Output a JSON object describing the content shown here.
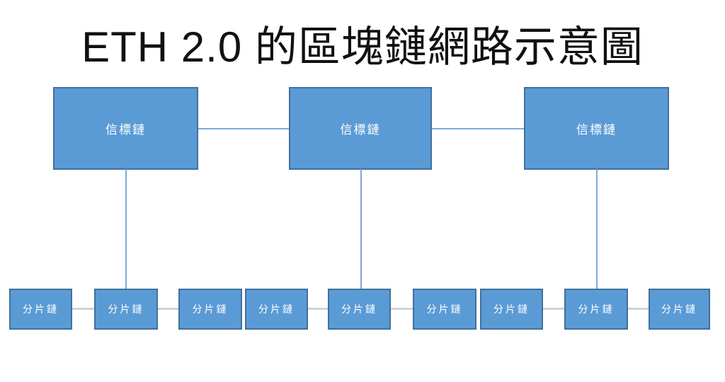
{
  "title": "ETH 2.0 的區塊鏈網路示意圖",
  "colors": {
    "background": "#FFFFFF",
    "title_color": "#111111",
    "node_fill": "#5B9BD5",
    "node_border": "#41719C",
    "node_text": "#FFFFFF",
    "beacon_connector": "#7FA9D9",
    "shard_connector": "#CBD4DE"
  },
  "beacon_nodes": [
    {
      "id": "beacon-1",
      "label": "信標鏈"
    },
    {
      "id": "beacon-2",
      "label": "信標鏈"
    },
    {
      "id": "beacon-3",
      "label": "信標鏈"
    }
  ],
  "shard_nodes": [
    {
      "id": "shard-1",
      "label": "分片鏈"
    },
    {
      "id": "shard-2",
      "label": "分片鏈"
    },
    {
      "id": "shard-3",
      "label": "分片鏈"
    },
    {
      "id": "shard-4",
      "label": "分片鏈"
    },
    {
      "id": "shard-5",
      "label": "分片鏈"
    },
    {
      "id": "shard-6",
      "label": "分片鏈"
    },
    {
      "id": "shard-7",
      "label": "分片鏈"
    },
    {
      "id": "shard-8",
      "label": "分片鏈"
    },
    {
      "id": "shard-9",
      "label": "分片鏈"
    }
  ],
  "edges": [
    {
      "from": "beacon-1",
      "to": "beacon-2"
    },
    {
      "from": "beacon-2",
      "to": "beacon-3"
    },
    {
      "from": "beacon-1",
      "to": "shard-2"
    },
    {
      "from": "beacon-2",
      "to": "shard-5"
    },
    {
      "from": "beacon-3",
      "to": "shard-8"
    },
    {
      "from": "shard-1",
      "to": "shard-2"
    },
    {
      "from": "shard-2",
      "to": "shard-3"
    },
    {
      "from": "shard-4",
      "to": "shard-5"
    },
    {
      "from": "shard-5",
      "to": "shard-6"
    },
    {
      "from": "shard-7",
      "to": "shard-8"
    },
    {
      "from": "shard-8",
      "to": "shard-9"
    }
  ]
}
